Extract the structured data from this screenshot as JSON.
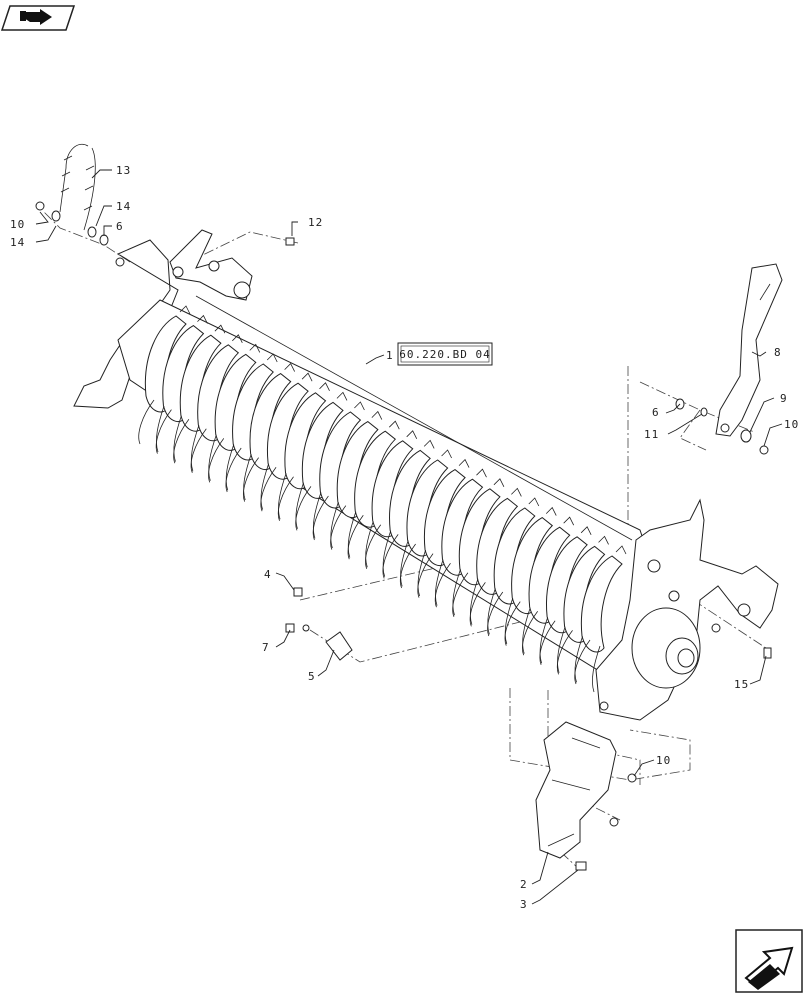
{
  "navigation": {
    "back_icon": "book-arrow-back-icon",
    "next_icon": "page-forward-arrow-icon"
  },
  "reference": {
    "label": "60.220.BD 04"
  },
  "callouts": [
    {
      "id": "c1",
      "label": "1"
    },
    {
      "id": "c2",
      "label": "2"
    },
    {
      "id": "c3",
      "label": "3"
    },
    {
      "id": "c4",
      "label": "4"
    },
    {
      "id": "c5",
      "label": "5"
    },
    {
      "id": "c6a",
      "label": "6"
    },
    {
      "id": "c6b",
      "label": "6"
    },
    {
      "id": "c7",
      "label": "7"
    },
    {
      "id": "c8",
      "label": "8"
    },
    {
      "id": "c9",
      "label": "9"
    },
    {
      "id": "c10a",
      "label": "10"
    },
    {
      "id": "c10b",
      "label": "10"
    },
    {
      "id": "c10c",
      "label": "10"
    },
    {
      "id": "c11",
      "label": "11"
    },
    {
      "id": "c12",
      "label": "12"
    },
    {
      "id": "c13",
      "label": "13"
    },
    {
      "id": "c14a",
      "label": "14"
    },
    {
      "id": "c14b",
      "label": "14"
    },
    {
      "id": "c15",
      "label": "15"
    }
  ]
}
